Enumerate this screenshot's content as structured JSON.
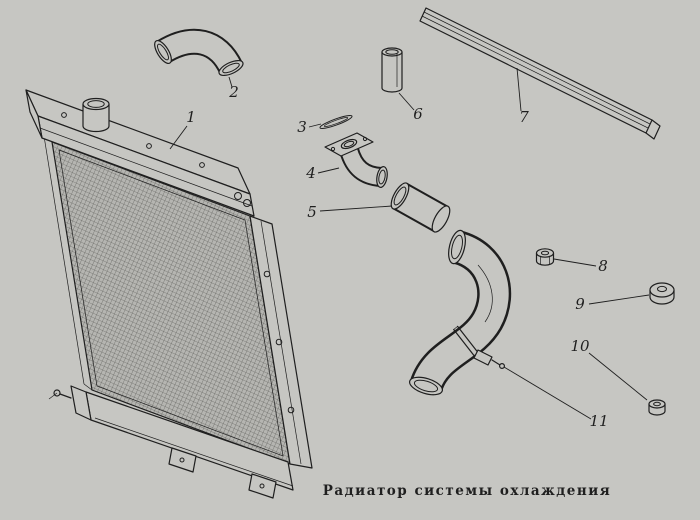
{
  "figure": {
    "background_color": "#c6c6c2",
    "line_color": "#1f1f1f",
    "caption": "Радиатор системы охлаждения",
    "callouts": [
      "1",
      "2",
      "3",
      "4",
      "5",
      "6",
      "7",
      "8",
      "9",
      "10",
      "11"
    ]
  }
}
